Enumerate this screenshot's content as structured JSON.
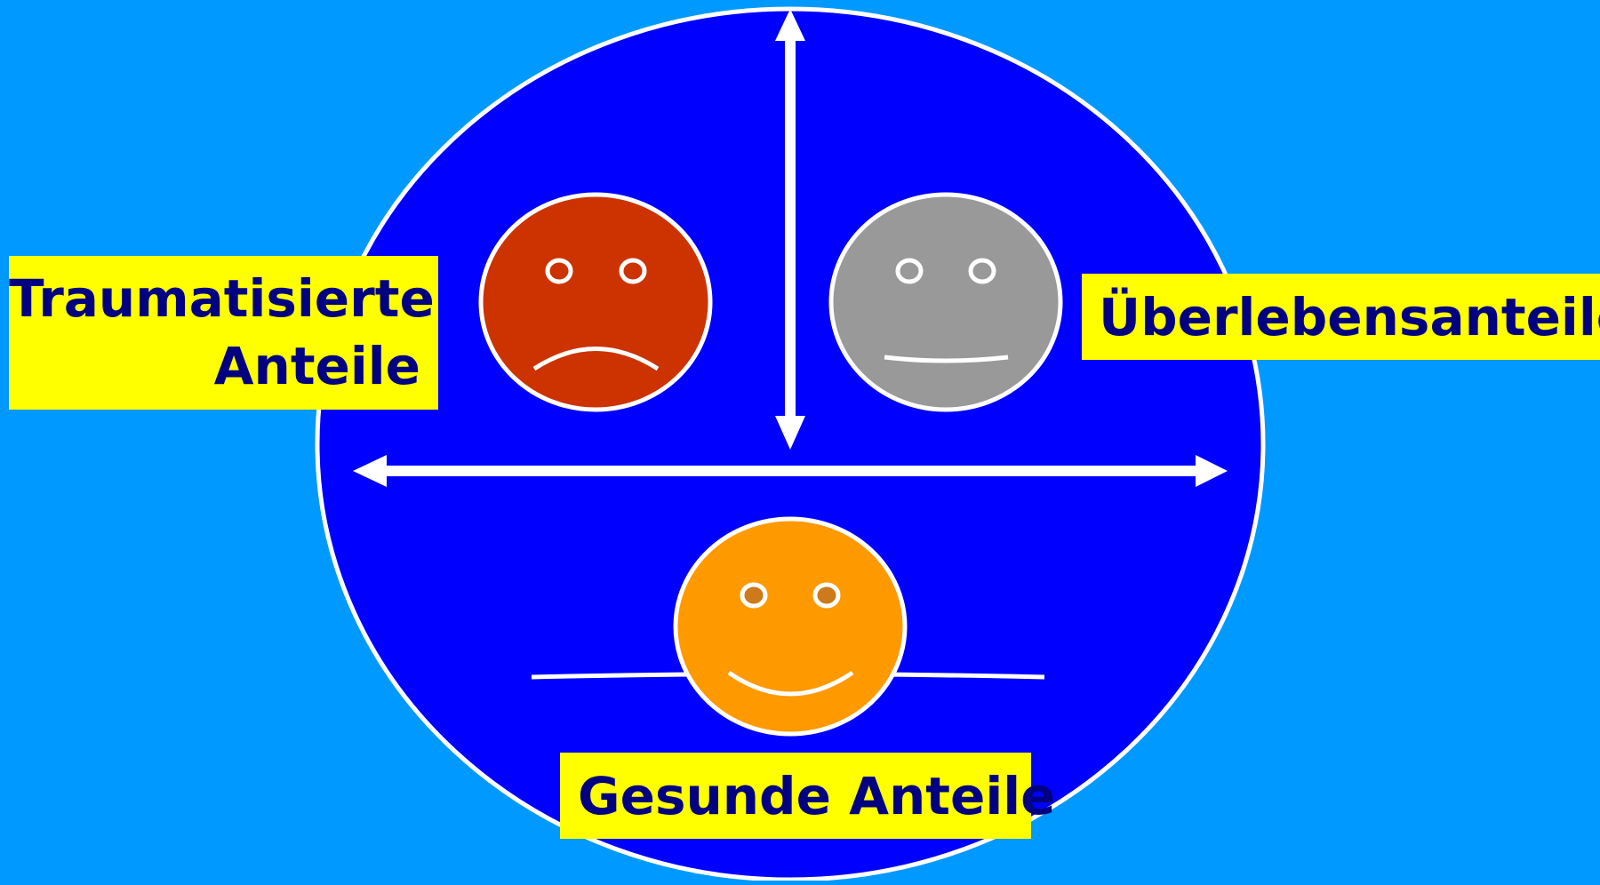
{
  "colors": {
    "background": "#0099ff",
    "circle": "#0000ff",
    "outline": "#ffffff",
    "label_bg": "#ffff00",
    "label_text": "#000080"
  },
  "labels": {
    "traumatized_line1": "Traumatisierte",
    "traumatized_line2": "Anteile",
    "survival": "Überlebensanteile",
    "healthy": "Gesunde Anteile"
  },
  "faces": [
    {
      "name": "traumatized-face",
      "mood": "sad",
      "fill": "#cc3300",
      "eye_fill": "#cc3300"
    },
    {
      "name": "survival-face",
      "mood": "neutral",
      "fill": "#999999",
      "eye_fill": "#999999"
    },
    {
      "name": "healthy-face",
      "mood": "happy",
      "fill": "#ff9900",
      "eye_fill": "#cc7a1a"
    }
  ]
}
